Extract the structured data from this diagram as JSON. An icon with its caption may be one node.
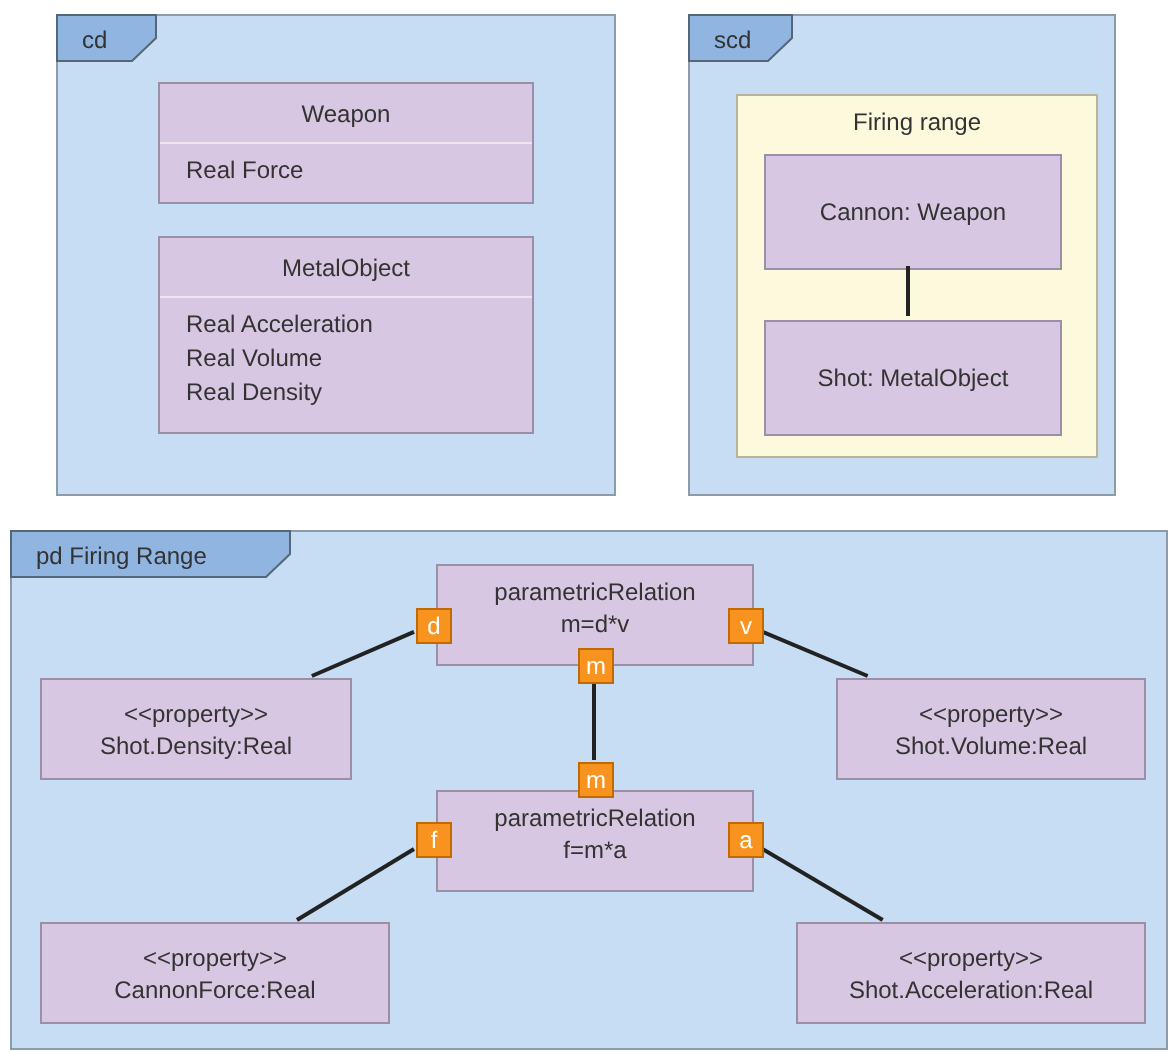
{
  "diagram": {
    "nodes": [
      {
        "text": [
          "cd"
        ]
      },
      {
        "text": [
          "Weapon",
          "Real Force"
        ],
        "in": 0
      },
      {
        "text": [
          "MetalObject",
          "Real Acceleration",
          "Real Volume",
          "Real Density"
        ],
        "in": 0
      },
      {
        "text": [
          "scd"
        ]
      },
      {
        "text": [
          "Firing range"
        ],
        "in": 3
      },
      {
        "text": [
          "Cannon: Weapon"
        ],
        "in": 4
      },
      {
        "text": [
          "Shot: MetalObject"
        ],
        "in": 4
      },
      {
        "text": [
          "pd Firing Range"
        ]
      },
      {
        "text": [
          "parametricRelation",
          "m=d*v"
        ],
        "in": 7
      },
      {
        "text": [
          "<<property>>",
          "Shot.Density:Real"
        ],
        "in": 7
      },
      {
        "text": [
          "<<property>>",
          "Shot.Volume:Real"
        ],
        "in": 7
      },
      {
        "text": [
          "parametricRelation",
          "f=m*a"
        ],
        "in": 7
      },
      {
        "text": [
          "<<property>>",
          "CannonForce:Real"
        ],
        "in": 7
      },
      {
        "text": [
          "<<property>>",
          "Shot.Acceleration:Real"
        ],
        "in": 7
      },
      {
        "text": [
          "d"
        ],
        "in": 7
      },
      {
        "text": [
          "v"
        ],
        "in": 7
      },
      {
        "text": [
          "m"
        ],
        "in": 7
      },
      {
        "text": [
          "m"
        ],
        "in": 7
      },
      {
        "text": [
          "f"
        ],
        "in": 7
      },
      {
        "text": [
          "a"
        ],
        "in": 7
      }
    ],
    "edges": [
      {
        "from": 5,
        "to": 6,
        "arrow": "none"
      },
      {
        "from": 14,
        "to": 9,
        "arrow": "none"
      },
      {
        "from": 15,
        "to": 10,
        "arrow": "none"
      },
      {
        "from": 16,
        "to": 17,
        "arrow": "none"
      },
      {
        "from": 18,
        "to": 12,
        "arrow": "none"
      },
      {
        "from": 19,
        "to": 13,
        "arrow": "none"
      }
    ]
  }
}
